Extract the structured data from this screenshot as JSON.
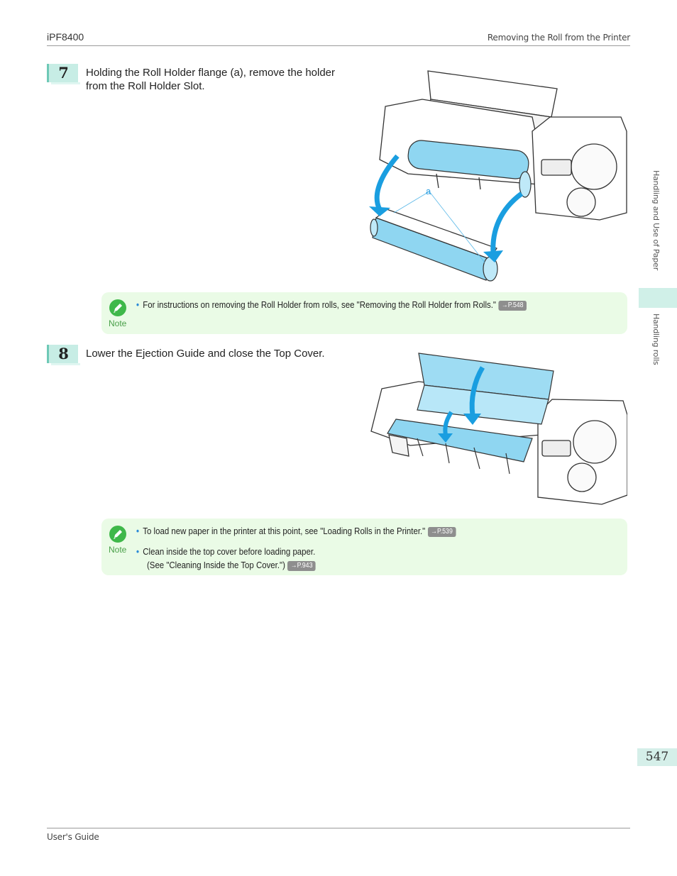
{
  "header": {
    "model": "iPF8400",
    "section": "Removing the Roll from the Printer"
  },
  "side": {
    "chapter": "Handling and Use of Paper",
    "subchapter": "Handling rolls"
  },
  "steps": [
    {
      "number": "7",
      "text_line1": "Holding the Roll Holder flange (a), remove the holder",
      "text_line2": "from the Roll Holder Slot.",
      "figure_label": "a"
    },
    {
      "number": "8",
      "text_line1": "Lower the Ejection Guide and close the Top Cover."
    }
  ],
  "notes": [
    {
      "label": "Note",
      "items": [
        {
          "text": "For instructions on removing the Roll Holder from rolls, see \"Removing the Roll Holder from Rolls.\"",
          "ref": "→P.548"
        }
      ]
    },
    {
      "label": "Note",
      "items": [
        {
          "text": "To load new paper in the printer at this point, see \"Loading Rolls in the Printer.\"",
          "ref": "→P.539"
        },
        {
          "text": "Clean inside the top cover before loading paper.",
          "subtext": "(See \"Cleaning Inside the Top Cover.\")",
          "ref": "→P.943"
        }
      ]
    }
  ],
  "page_number": "547",
  "footer": "User's Guide",
  "colors": {
    "accent_teal": "#c7ede5",
    "note_bg": "#eafbe6",
    "highlight_blue": "#7fd0ef",
    "arrow_blue": "#1a9ee0"
  }
}
